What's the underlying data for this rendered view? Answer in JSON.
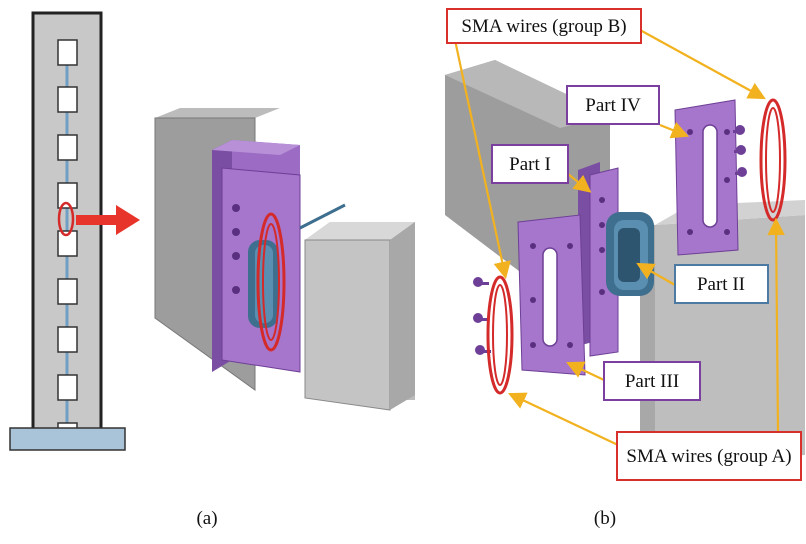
{
  "labels": {
    "sma_b": "SMA wires (group B)",
    "sma_a": "SMA wires (group A)",
    "part1": "Part I",
    "part2": "Part II",
    "part3": "Part III",
    "part4": "Part IV"
  },
  "captions": {
    "a": "(a)",
    "b": "(b)"
  },
  "colors": {
    "column_fill": "#c8c8c8",
    "base_fill": "#a9c4d8",
    "plate_purple": "#9c6bc3",
    "hinge_blue": "#3f6f8f",
    "wire_red": "#d42a2a",
    "arrow_red": "#e8352b",
    "leader_yellow": "#f2b21f",
    "label_box_red": "#d9302b",
    "label_box_purple": "#7b3fa0",
    "label_box_blue": "#4d7aa3"
  }
}
